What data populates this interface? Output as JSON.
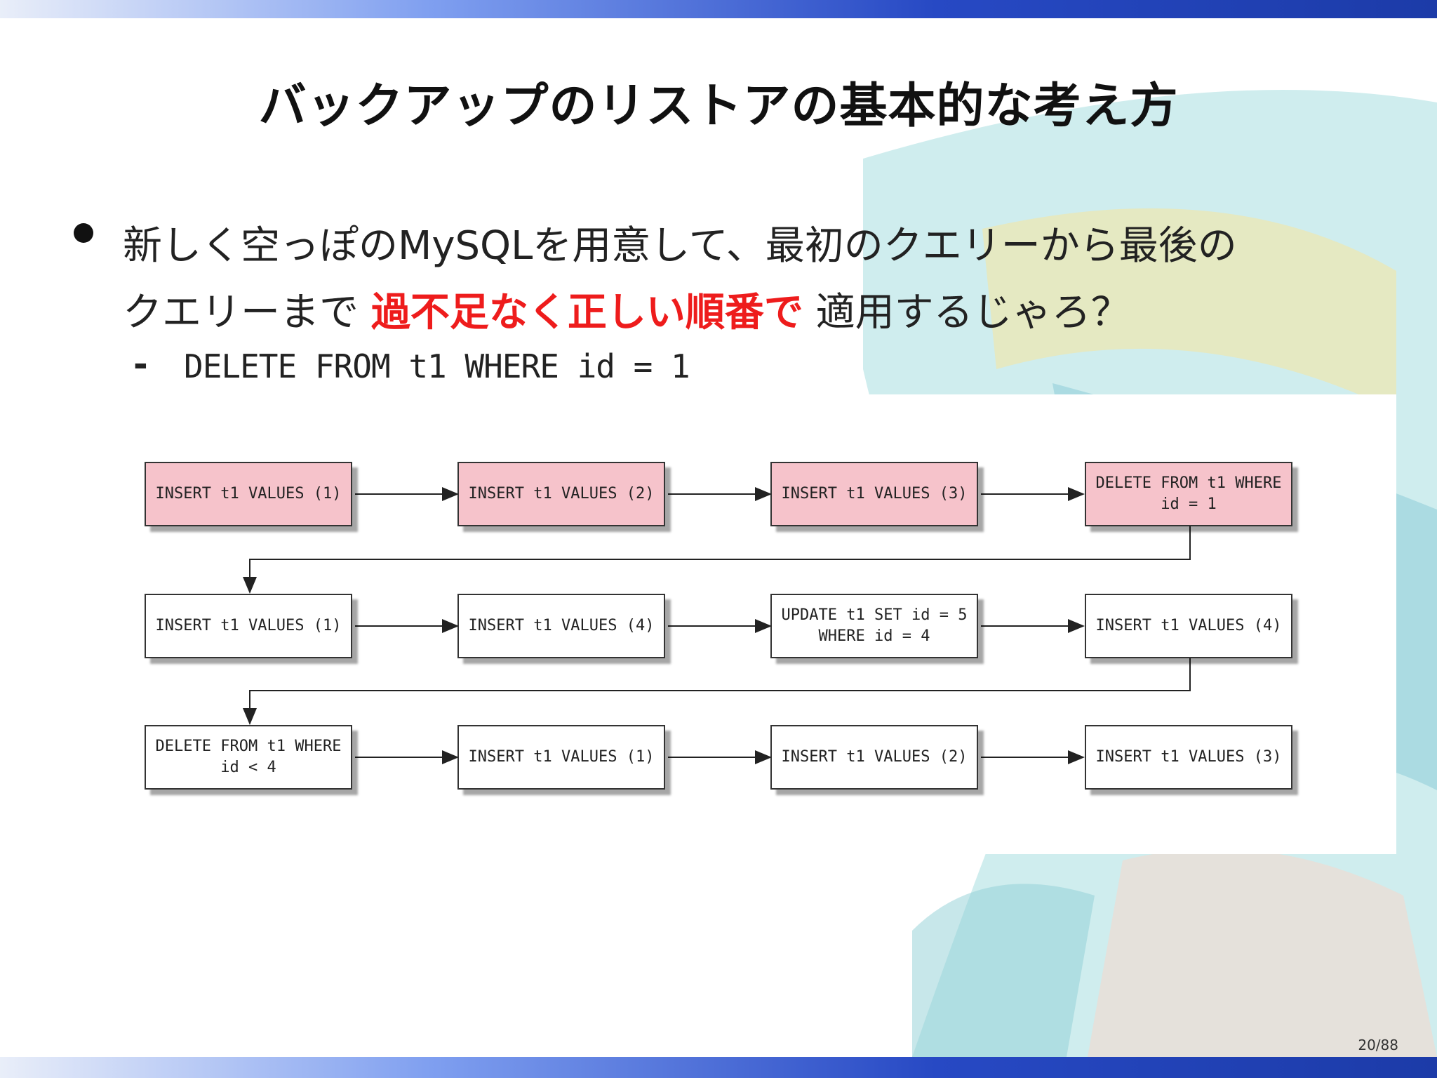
{
  "slide": {
    "title": "バックアップのリストアの基本的な考え方",
    "bullet_line1": "新しく空っぽのMySQLを用意して、最初のクエリーから最後の",
    "bullet_line2_pre": "クエリーまで ",
    "bullet_line2_emphasis": "過不足なく正しい順番で",
    "bullet_line2_post": " 適用するじゃろ？",
    "sub_dash": "-",
    "sub_code": "DELETE FROM t1 WHERE id = 1",
    "page_number": "20/88"
  },
  "flow": {
    "row1": [
      {
        "label": "INSERT t1 VALUES (1)",
        "highlight": true
      },
      {
        "label": "INSERT t1 VALUES (2)",
        "highlight": true
      },
      {
        "label": "INSERT t1 VALUES (3)",
        "highlight": true
      },
      {
        "label": "DELETE FROM t1 WHERE\nid = 1",
        "highlight": true
      }
    ],
    "row2": [
      {
        "label": "INSERT t1 VALUES (1)",
        "highlight": false
      },
      {
        "label": "INSERT t1 VALUES (4)",
        "highlight": false
      },
      {
        "label": "UPDATE t1 SET id = 5\nWHERE id = 4",
        "highlight": false
      },
      {
        "label": "INSERT t1 VALUES (4)",
        "highlight": false
      }
    ],
    "row3": [
      {
        "label": "DELETE FROM t1 WHERE\nid < 4",
        "highlight": false
      },
      {
        "label": "INSERT t1 VALUES (1)",
        "highlight": false
      },
      {
        "label": "INSERT t1 VALUES (2)",
        "highlight": false
      },
      {
        "label": "INSERT t1 VALUES (3)",
        "highlight": false
      }
    ]
  },
  "colors": {
    "highlight_node": "#f6c3cb",
    "emphasis_text": "#ee1c1c"
  }
}
